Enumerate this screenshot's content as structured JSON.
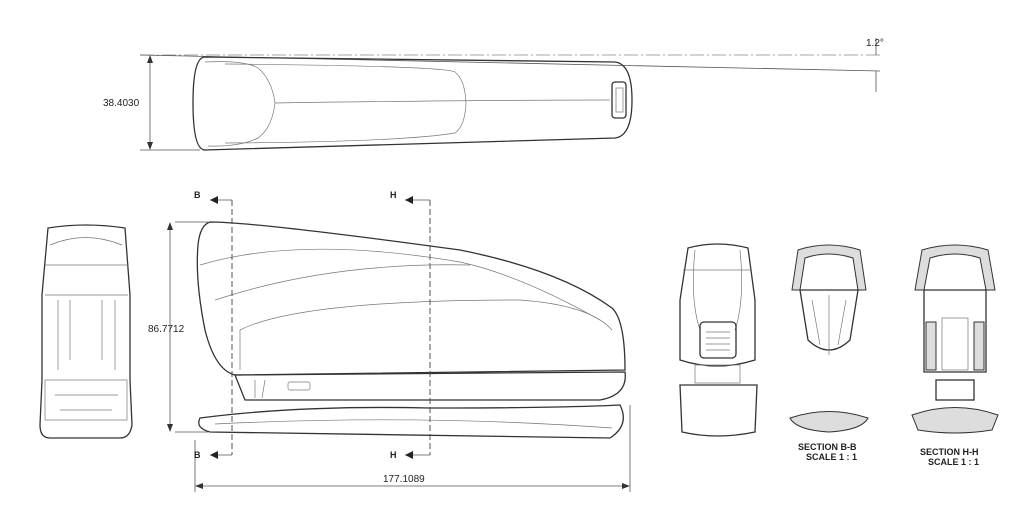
{
  "drawing": {
    "dimensions": {
      "top_height": "38.4030",
      "angle": "1.2°",
      "side_height": "86.7712",
      "overall_length": "177.1089"
    },
    "section_markers": {
      "b_top": "B",
      "b_bottom": "B",
      "h_top": "H",
      "h_bottom": "H"
    },
    "section_b": {
      "title": "SECTION B-B",
      "scale": "SCALE 1 : 1"
    },
    "section_h": {
      "title": "SECTION H-H",
      "scale": "SCALE 1 : 1"
    }
  }
}
